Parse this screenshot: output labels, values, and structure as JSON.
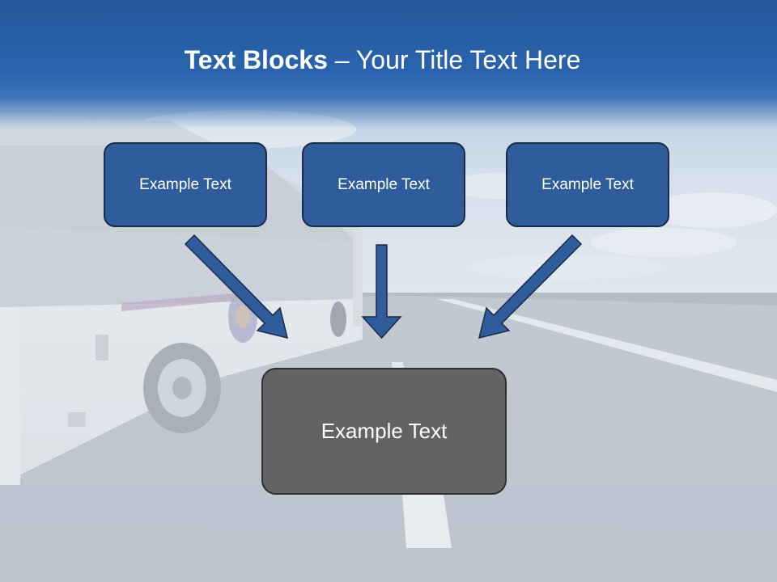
{
  "slide": {
    "title_bold": "Text Blocks",
    "title_dash": " – ",
    "title_rest": "Your Title Text Here",
    "top_boxes": [
      {
        "text": "Example Text"
      },
      {
        "text": "Example Text"
      },
      {
        "text": "Example Text"
      }
    ],
    "bottom_box": {
      "text": "Example Text"
    }
  },
  "colors": {
    "header_blue": "#2a63ad",
    "box_blue": "#2f5d9c",
    "box_gray": "#636363",
    "arrow_blue": "#2f5d9c"
  }
}
